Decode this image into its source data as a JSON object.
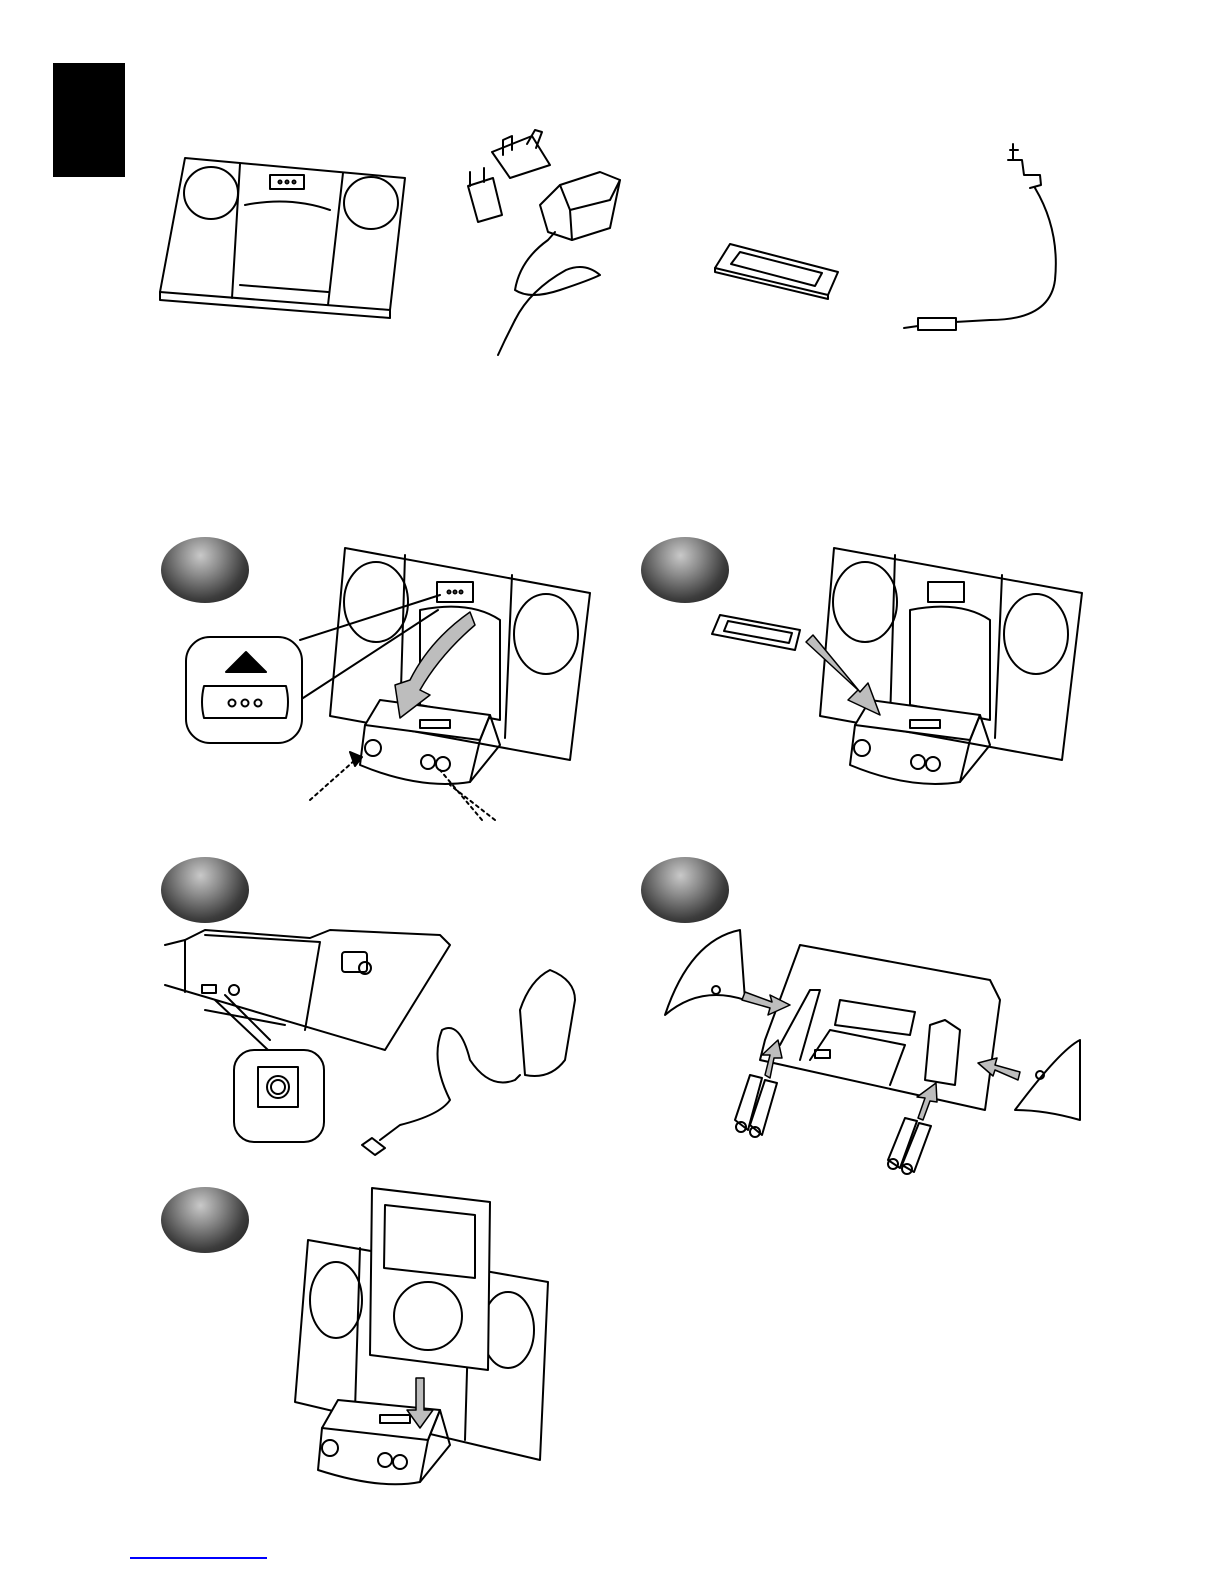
{
  "page": {
    "contents_heading": "",
    "setup_heading": "",
    "footer_text": ""
  },
  "contents": [
    {
      "name": "speaker-unit",
      "icon": "speaker-dock-icon"
    },
    {
      "name": "power-adapter",
      "icon": "power-adapter-icon"
    },
    {
      "name": "dock-adapter",
      "icon": "dock-insert-icon"
    },
    {
      "name": "audio-cable",
      "icon": "audio-cable-icon"
    }
  ],
  "steps": [
    {
      "id": "1",
      "icon": "open-dock-icon"
    },
    {
      "id": "2",
      "icon": "insert-adapter-icon"
    },
    {
      "id": "3",
      "icon": "connect-power-icon"
    },
    {
      "id": "4",
      "icon": "insert-batteries-icon"
    },
    {
      "id": "5",
      "icon": "dock-ipod-icon"
    }
  ]
}
